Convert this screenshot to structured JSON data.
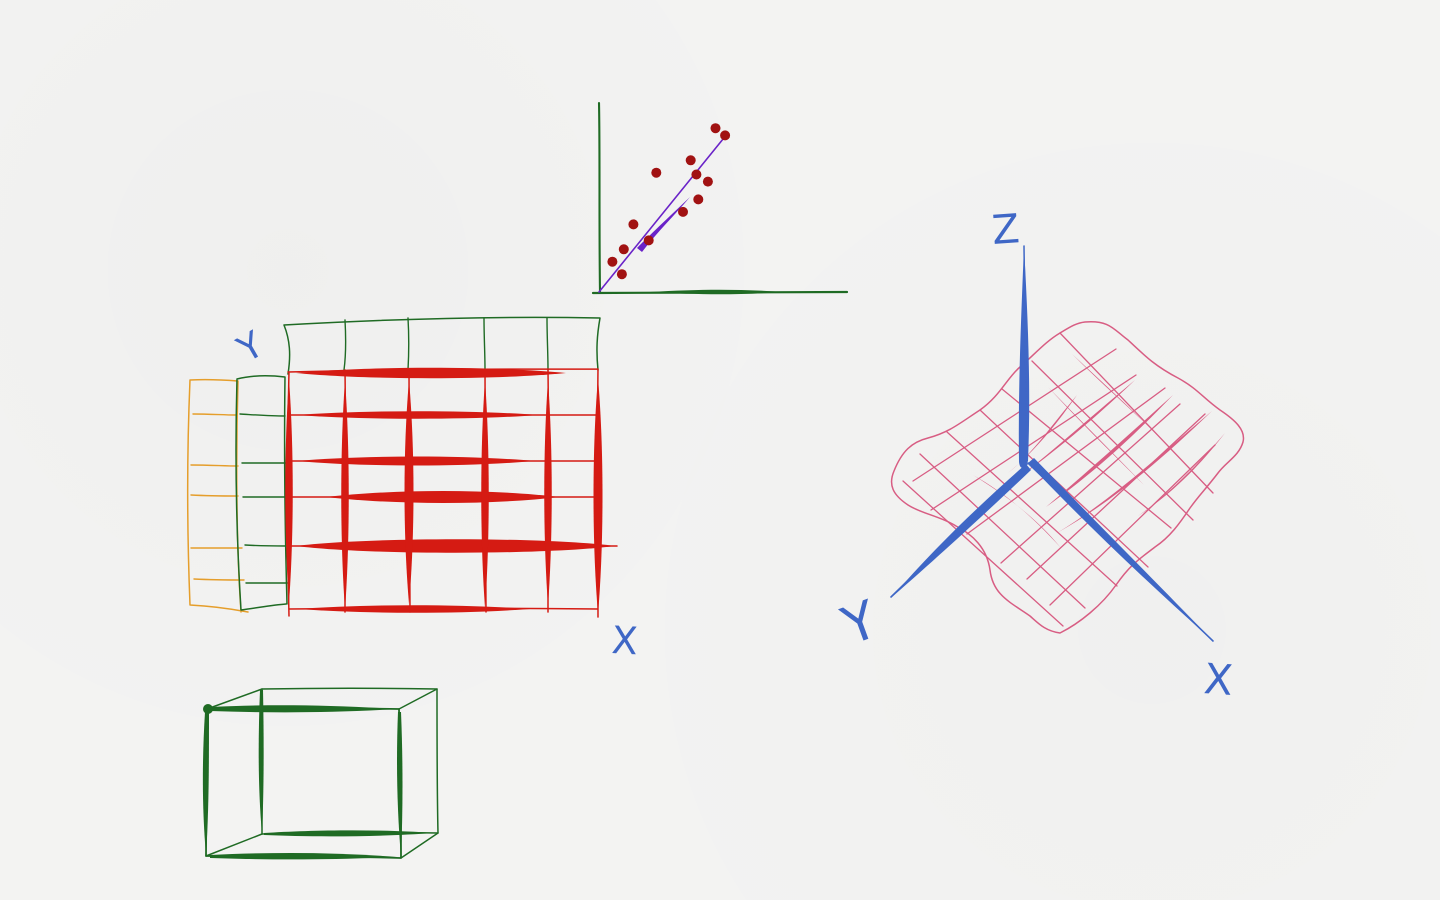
{
  "labels": {
    "tensor_y_axis": "Y",
    "tensor_x_axis": "X",
    "surface_z_axis": "Z",
    "surface_y_axis": "Y",
    "surface_x_axis": "X"
  },
  "colors": {
    "paper": "#f3f3f2",
    "dark_green": "#1f6b24",
    "regression_purple": "#6a23c8",
    "data_point_red": "#a11212",
    "grid_red": "#d51b13",
    "slice_orange": "#e59e2b",
    "axis_blue": "#3f67c6",
    "surface_pink": "#d85d83"
  },
  "chart_data": {
    "type": "scatter",
    "title": "",
    "xlabel": "",
    "ylabel": "",
    "xlim": [
      0,
      10
    ],
    "ylim": [
      0,
      10
    ],
    "grid": false,
    "series": [
      {
        "x": [
          0.7,
          1.2,
          1.3,
          1.8,
          2.6,
          3.0,
          4.4,
          4.8,
          5.1,
          5.2,
          5.7,
          6.1,
          6.6
        ],
        "y": [
          1.7,
          1.0,
          2.4,
          3.8,
          2.9,
          6.7,
          4.5,
          7.4,
          6.6,
          5.2,
          6.2,
          9.2,
          8.8
        ]
      }
    ],
    "trend_line": {
      "x": [
        0,
        6.5
      ],
      "y": [
        0,
        8.6
      ]
    }
  }
}
